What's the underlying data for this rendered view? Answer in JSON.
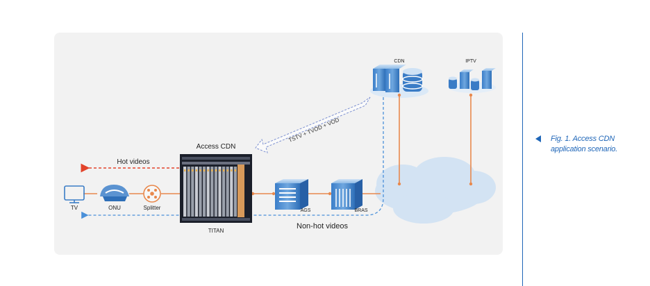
{
  "labels": {
    "cdn": "CDN",
    "iptv": "IPTV",
    "access_cdn": "Access CDN",
    "titan": "TITAN",
    "hot_videos": "Hot videos",
    "non_hot_videos": "Non-hot videos",
    "tstv": "TSTV + TVOD + VOD",
    "tv": "TV",
    "onu": "ONU",
    "splitter": "Splitter",
    "ags": "AGS",
    "bras": "BRAS"
  },
  "caption": {
    "line1": "Fig. 1. Access CDN",
    "line2": "application scenario."
  },
  "colors": {
    "accent_blue": "#1f66b8",
    "hot_arrow": "#e2432a",
    "link_orange": "#e8884c",
    "dashed_blue": "#4a90d9",
    "cloud": "#d3e3f3"
  },
  "icons": [
    "cdn-server-icon",
    "iptv-server-icon",
    "titan-chassis-icon",
    "ags-switch-icon",
    "bras-router-icon",
    "onu-icon",
    "splitter-icon",
    "tv-icon",
    "cloud-icon"
  ]
}
